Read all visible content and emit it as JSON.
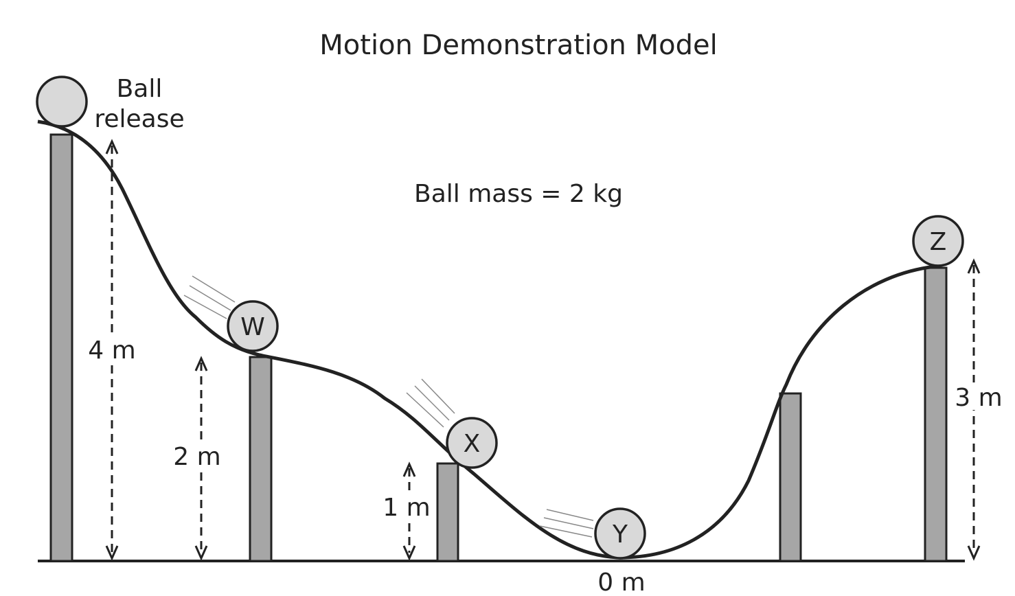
{
  "title": "Motion Demonstration Model",
  "release_label_line1": "Ball",
  "release_label_line2": "release",
  "mass_label": "Ball mass = 2 kg",
  "heights": {
    "release": "4 m",
    "w": "2 m",
    "x": "1 m",
    "y": "0 m",
    "z": "3 m"
  },
  "balls": {
    "w": "W",
    "x": "X",
    "y": "Y",
    "z": "Z"
  },
  "colors": {
    "ball_fill": "#d9d9d9",
    "post_fill": "#a6a6a6",
    "line": "#222222"
  }
}
